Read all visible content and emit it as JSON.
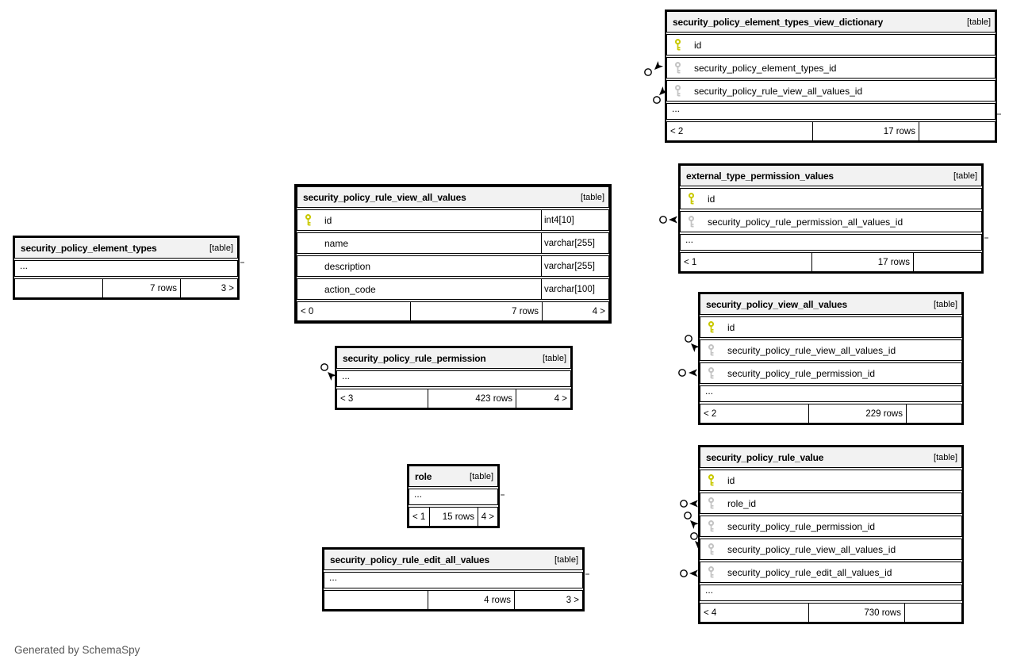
{
  "page": {
    "generated_by": "Generated by SchemaSpy"
  },
  "colors": {
    "pk_key": "#c9c900",
    "fk_key": "#c4c4c4",
    "header_bg": "#f2f2f2",
    "border": "#000000",
    "stub": "#999999"
  },
  "tables": [
    {
      "name": "security_policy_element_types_view_dictionary",
      "tag": "[table]",
      "columns": [
        {
          "name": "id",
          "key": "pk",
          "type": ""
        },
        {
          "name": "security_policy_element_types_id",
          "key": "fk",
          "type": ""
        },
        {
          "name": "security_policy_rule_view_all_values_id",
          "key": "fk",
          "type": ""
        }
      ],
      "ellipsis": "...",
      "footer": {
        "left": "< 2",
        "center": "17 rows",
        "right": ""
      }
    },
    {
      "name": "external_type_permission_values",
      "tag": "[table]",
      "columns": [
        {
          "name": "id",
          "key": "pk",
          "type": ""
        },
        {
          "name": "security_policy_rule_permission_all_values_id",
          "key": "fk",
          "type": ""
        }
      ],
      "ellipsis": "...",
      "footer": {
        "left": "< 1",
        "center": "17 rows",
        "right": ""
      }
    },
    {
      "name": "security_policy_view_all_values",
      "tag": "[table]",
      "columns": [
        {
          "name": "id",
          "key": "pk",
          "type": ""
        },
        {
          "name": "security_policy_rule_view_all_values_id",
          "key": "fk",
          "type": ""
        },
        {
          "name": "security_policy_rule_permission_id",
          "key": "fk",
          "type": ""
        }
      ],
      "ellipsis": "...",
      "footer": {
        "left": "< 2",
        "center": "229 rows",
        "right": ""
      }
    },
    {
      "name": "security_policy_rule_value",
      "tag": "[table]",
      "columns": [
        {
          "name": "id",
          "key": "pk",
          "type": ""
        },
        {
          "name": "role_id",
          "key": "fk",
          "type": ""
        },
        {
          "name": "security_policy_rule_permission_id",
          "key": "fk",
          "type": ""
        },
        {
          "name": "security_policy_rule_view_all_values_id",
          "key": "fk",
          "type": ""
        },
        {
          "name": "security_policy_rule_edit_all_values_id",
          "key": "fk",
          "type": ""
        }
      ],
      "ellipsis": "...",
      "footer": {
        "left": "< 4",
        "center": "730 rows",
        "right": ""
      }
    },
    {
      "name": "security_policy_element_types",
      "tag": "[table]",
      "columns": [],
      "ellipsis": "...",
      "footer": {
        "left": "",
        "center": "7 rows",
        "right": "3 >"
      }
    },
    {
      "name": "security_policy_rule_view_all_values",
      "tag": "[table]",
      "columns": [
        {
          "name": "id",
          "key": "pk",
          "type": "int4[10]"
        },
        {
          "name": "name",
          "key": "",
          "type": "varchar[255]"
        },
        {
          "name": "description",
          "key": "",
          "type": "varchar[255]"
        },
        {
          "name": "action_code",
          "key": "",
          "type": "varchar[100]"
        }
      ],
      "ellipsis": "",
      "footer": {
        "left": "< 0",
        "center": "7 rows",
        "right": "4 >"
      }
    },
    {
      "name": "security_policy_rule_permission",
      "tag": "[table]",
      "columns": [],
      "ellipsis": "...",
      "footer": {
        "left": "< 3",
        "center": "423 rows",
        "right": "4 >"
      }
    },
    {
      "name": "role",
      "tag": "[table]",
      "columns": [],
      "ellipsis": "...",
      "footer": {
        "left": "< 1",
        "center": "15 rows",
        "right": "4 >"
      }
    },
    {
      "name": "security_policy_rule_edit_all_values",
      "tag": "[table]",
      "columns": [],
      "ellipsis": "...",
      "footer": {
        "left": "",
        "center": "4 rows",
        "right": "3 >"
      }
    }
  ]
}
